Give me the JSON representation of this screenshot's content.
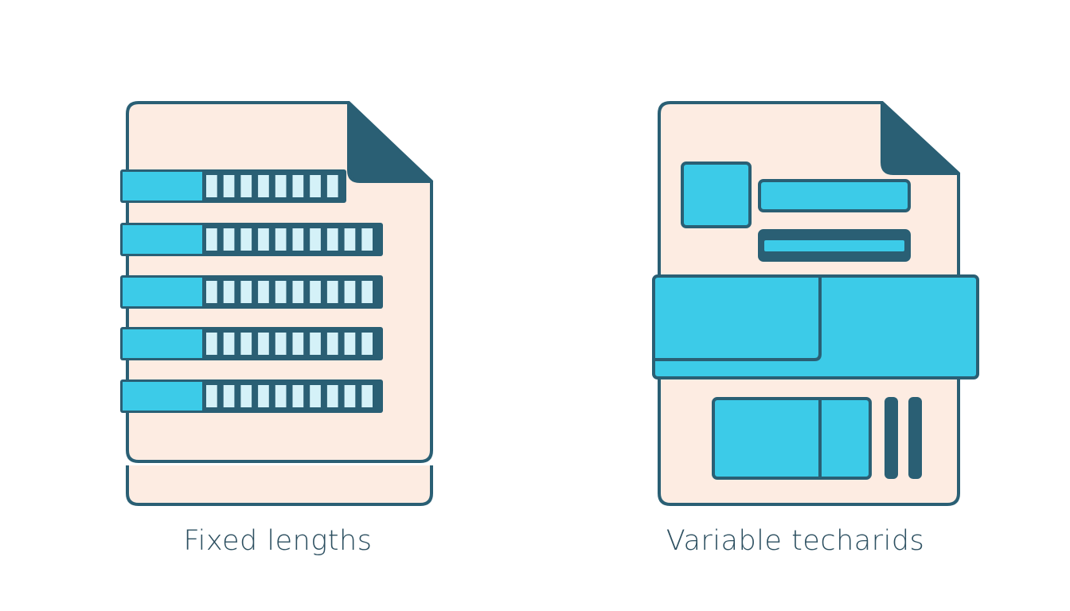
{
  "colors": {
    "outline": "#2a5f74",
    "paper": "#fdece2",
    "accent": "#3ccbe8",
    "cell": "#d4f1f8",
    "text": "#2c4f60"
  },
  "left_panel": {
    "caption": "Fixed lengths",
    "icon": "document-fixed-length-records-icon",
    "record_count": 5
  },
  "right_panel": {
    "caption": "Variable techarids",
    "icon": "document-variable-length-records-icon"
  }
}
